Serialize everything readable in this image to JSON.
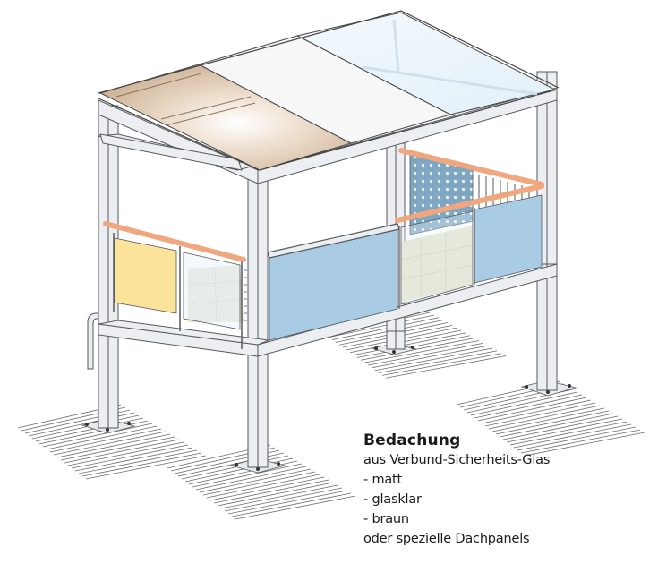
{
  "caption": {
    "title": "Bedachung",
    "lines": [
      "aus Verbund-Sicherheits-Glas",
      "- matt",
      "- glasklar",
      "- braun",
      "oder spezielle Dachpanels"
    ]
  },
  "illustration": {
    "subject": "Freistehender Balkon / Pavillon mit Glasdach",
    "roof_panels": [
      {
        "name": "braun",
        "color": "#d9c3a8"
      },
      {
        "name": "matt",
        "color": "#f7f7f8"
      },
      {
        "name": "glasklar",
        "color": "#eaf3fa"
      }
    ],
    "colors": {
      "frame": "#eceef1",
      "frame_outline": "#555a60",
      "handrail": "#f0a77e",
      "panel_blue": "#a9cbe3",
      "panel_yellow": "#fbe39a",
      "perforated_panel": "#7fa7c4",
      "floor_tiles": "#e3e2cc",
      "ground_hatch": "#6b6b6b"
    }
  }
}
